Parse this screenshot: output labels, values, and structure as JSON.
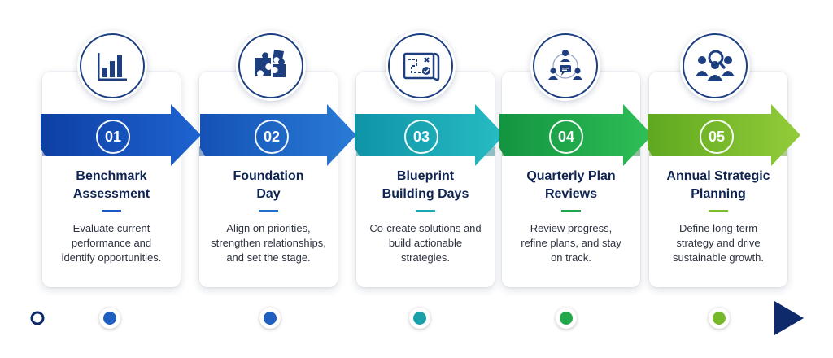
{
  "steps": [
    {
      "number": "01",
      "title_line1": "Benchmark",
      "title_line2": "Assessment",
      "desc_line1": "Evaluate current",
      "desc_line2": "performance and",
      "desc_line3": "identify opportunities.",
      "icon": "bar-chart-icon",
      "color": "#1a56c4",
      "color_dark": "#0e3a93"
    },
    {
      "number": "02",
      "title_line1": "Foundation",
      "title_line2": "Day",
      "desc_line1": "Align on priorities,",
      "desc_line2": "strengthen relationships,",
      "desc_line3": "and set the stage.",
      "icon": "puzzle-icon",
      "color": "#1f6fcc",
      "color_dark": "#114c9c"
    },
    {
      "number": "03",
      "title_line1": "Blueprint",
      "title_line2": "Building Days",
      "desc_line1": "Co-create solutions and",
      "desc_line2": "build actionable",
      "desc_line3": "strategies.",
      "icon": "blueprint-map-icon",
      "color": "#16a8b5",
      "color_dark": "#0c7d88"
    },
    {
      "number": "04",
      "title_line1": "Quarterly Plan",
      "title_line2": "Reviews",
      "desc_line1": "Review progress,",
      "desc_line2": "refine plans, and stay",
      "desc_line3": "on track.",
      "icon": "team-discussion-icon",
      "color": "#1fa54a",
      "color_dark": "#137a33"
    },
    {
      "number": "05",
      "title_line1": "Annual Strategic",
      "title_line2": "Planning",
      "desc_line1": "Define long-term",
      "desc_line2": "strategy and drive",
      "desc_line3": "sustainable growth.",
      "icon": "people-search-icon",
      "color": "#7cbd2a",
      "color_dark": "#5b9319"
    }
  ],
  "timeline": {
    "start_color": "#0f2a6b",
    "end_color": "#0f2a6b",
    "dot_colors": [
      "#1f5fbf",
      "#1f5fbf",
      "#1aa0a8",
      "#22a84a",
      "#76b82a"
    ]
  }
}
